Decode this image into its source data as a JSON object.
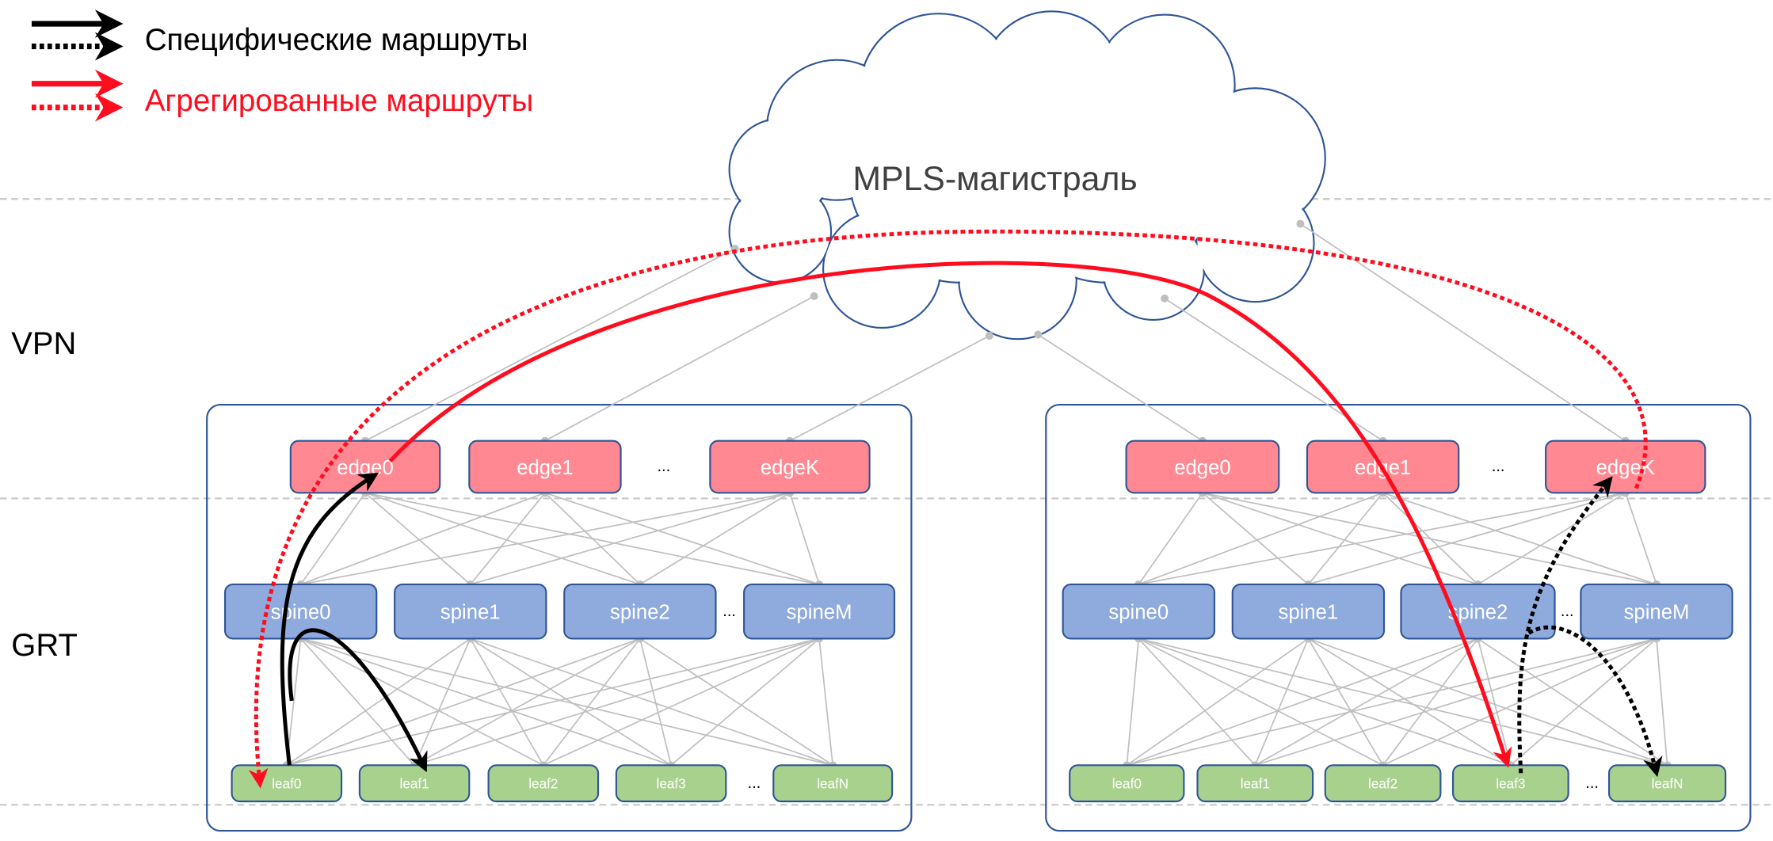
{
  "legend": {
    "specific_label": "Специфические маршруты",
    "aggregated_label": "Агрегированные маршруты",
    "specific_color": "#000000",
    "aggregated_color": "#ff0d1f"
  },
  "layers": {
    "vpn": "VPN",
    "grt": "GRT"
  },
  "cloud": {
    "label": "MPLS-магистраль",
    "stroke": "#2f5597"
  },
  "colors": {
    "edge": "#ff8893",
    "spine": "#8faadc",
    "leaf": "#a9d18e",
    "node_stroke": "#2f5597",
    "link": "#bfbfbf"
  },
  "pods": [
    {
      "edges": [
        "edge0",
        "edge1",
        "edgeK"
      ],
      "spines": [
        "spine0",
        "spine1",
        "spine2",
        "spineM"
      ],
      "leaves": [
        "leaf0",
        "leaf1",
        "leaf2",
        "leaf3",
        "leafN"
      ],
      "ellipsis": "..."
    },
    {
      "edges": [
        "edge0",
        "edge1",
        "edgeK"
      ],
      "spines": [
        "spine0",
        "spine1",
        "spine2",
        "spineM"
      ],
      "leaves": [
        "leaf0",
        "leaf1",
        "leaf2",
        "leaf3",
        "leafN"
      ],
      "ellipsis": "..."
    }
  ]
}
